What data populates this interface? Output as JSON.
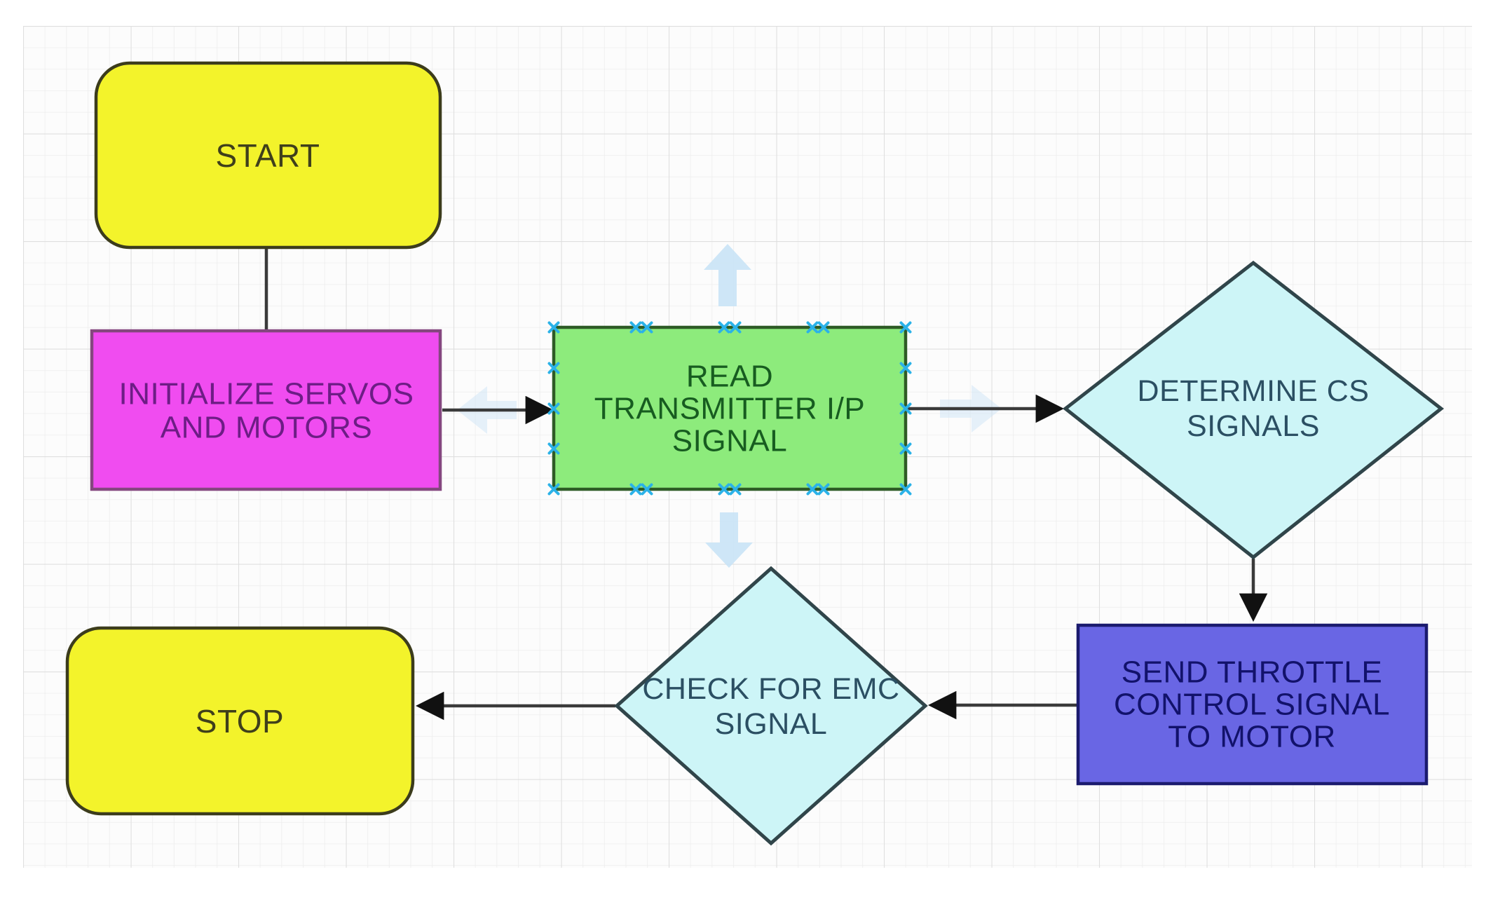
{
  "canvas": {
    "background": "#FFFFFF",
    "grid_background": "#FCFCFC",
    "grid_minor_color": "#EDEDED",
    "grid_major_color": "#DFDFDF"
  },
  "edge_style": {
    "color": "#3A3A3A",
    "arrowhead_color": "#111111"
  },
  "selection": {
    "selected_node": "read",
    "handle_color": "#2BB2E8",
    "hint_arrow_color": "#C9E3F6"
  },
  "nodes": {
    "start": {
      "type": "terminator",
      "label": "START",
      "fill": "#F3F32B",
      "stroke": "#3C3C1C",
      "text_color": "#3F3F1B"
    },
    "init": {
      "type": "process",
      "lines": [
        "INITIALIZE SERVOS",
        "AND MOTORS"
      ],
      "fill": "#F04CF0",
      "stroke": "#84477F",
      "text_color": "#6D1D85"
    },
    "read": {
      "type": "process",
      "lines": [
        "READ",
        "TRANSMITTER I/P",
        "SIGNAL"
      ],
      "fill": "#8DEB7C",
      "stroke": "#2E5B26",
      "text_color": "#175C20"
    },
    "determine": {
      "type": "decision",
      "lines": [
        "DETERMINE CS",
        "SIGNALS"
      ],
      "fill": "#CDF5F7",
      "stroke": "#30454A",
      "text_color": "#2B4F63"
    },
    "send": {
      "type": "process",
      "lines": [
        "SEND THROTTLE",
        "CONTROL SIGNAL",
        "TO MOTOR"
      ],
      "fill": "#6966E4",
      "stroke": "#1B1B6E",
      "text_color": "#12126B"
    },
    "check": {
      "type": "decision",
      "lines": [
        "CHECK FOR EMC",
        "SIGNAL"
      ],
      "fill": "#CDF5F7",
      "stroke": "#30454A",
      "text_color": "#2B4F63"
    },
    "stop": {
      "type": "terminator",
      "label": "STOP",
      "fill": "#F3F32B",
      "stroke": "#3C3C1C",
      "text_color": "#3F3F1B"
    }
  },
  "edges": [
    {
      "id": "start-init",
      "from": "start",
      "to": "init",
      "arrowhead": false
    },
    {
      "id": "init-read",
      "from": "init",
      "to": "read",
      "arrowhead": true
    },
    {
      "id": "read-determine",
      "from": "read",
      "to": "determine",
      "arrowhead": true
    },
    {
      "id": "determine-send",
      "from": "determine",
      "to": "send",
      "arrowhead": true
    },
    {
      "id": "send-check",
      "from": "send",
      "to": "check",
      "arrowhead": true
    },
    {
      "id": "check-stop",
      "from": "check",
      "to": "stop",
      "arrowhead": true
    }
  ]
}
